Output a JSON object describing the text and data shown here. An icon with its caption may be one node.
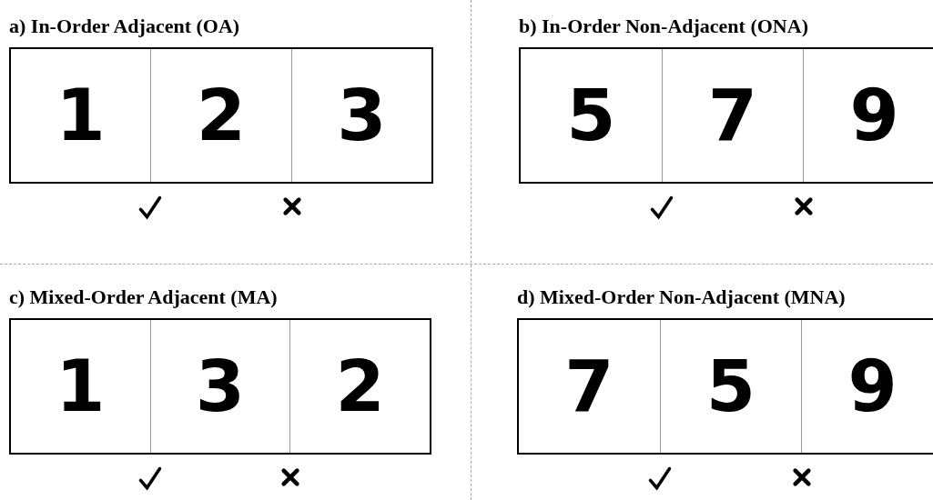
{
  "diagram": {
    "nodes": [
      {
        "text": [
          "a) In-Order Adjacent (OA)"
        ]
      },
      {
        "text": [
          "1"
        ],
        "in": 0
      },
      {
        "text": [
          "2"
        ],
        "in": 0
      },
      {
        "text": [
          "3"
        ],
        "in": 0
      },
      {
        "text": [
          "b) In-Order Non-Adjacent (ONA)"
        ]
      },
      {
        "text": [
          "5"
        ],
        "in": 4
      },
      {
        "text": [
          "7"
        ],
        "in": 4
      },
      {
        "text": [
          "9"
        ],
        "in": 4
      },
      {
        "text": [
          "c) Mixed-Order Adjacent (MA)"
        ]
      },
      {
        "text": [
          "1"
        ],
        "in": 8
      },
      {
        "text": [
          "3"
        ],
        "in": 8
      },
      {
        "text": [
          "2"
        ],
        "in": 8
      },
      {
        "text": [
          "d) Mixed-Order Non-Adjacent (MNA)"
        ]
      },
      {
        "text": [
          "7"
        ],
        "in": 12
      },
      {
        "text": [
          "5"
        ],
        "in": 12
      },
      {
        "text": [
          "9"
        ],
        "in": 12
      }
    ]
  }
}
